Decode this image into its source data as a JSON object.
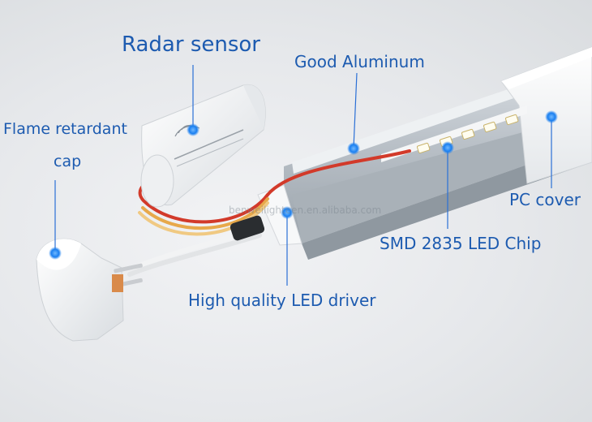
{
  "labels": {
    "radar_sensor": "Radar sensor",
    "good_aluminum": "Good Aluminum",
    "flame_line1": "Flame retardant",
    "flame_line2": "cap",
    "pc_cover": "PC cover",
    "smd_chip": "SMD 2835 LED Chip",
    "led_driver": "High quality LED driver"
  },
  "watermark": "benweilighteen.en.alibaba.com",
  "colors": {
    "label_text": "#1d5bb0",
    "callout_line": "#2a6fd6",
    "callout_dot": "#1a7ff0"
  }
}
